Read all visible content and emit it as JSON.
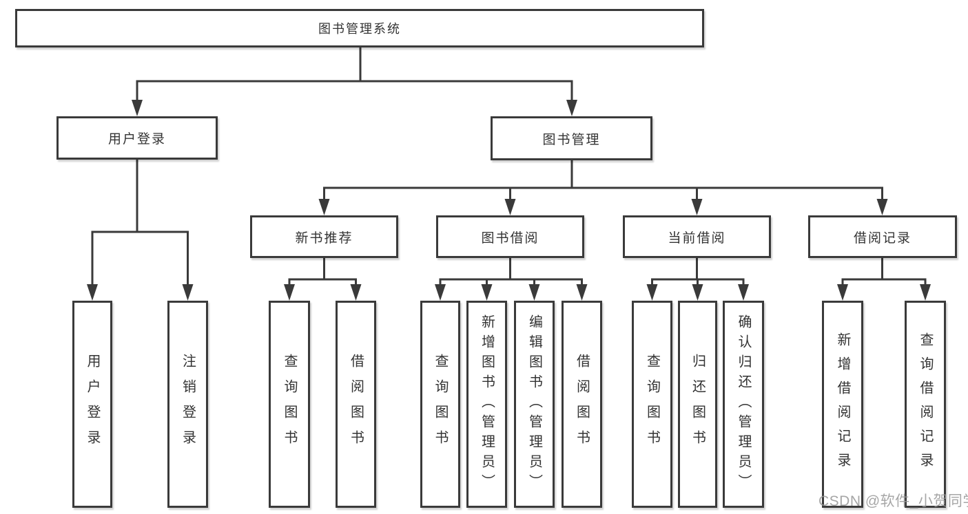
{
  "diagram": {
    "root": {
      "label": "图书管理系统"
    },
    "level2": [
      {
        "label": "用户登录"
      },
      {
        "label": "图书管理"
      }
    ],
    "level3": [
      {
        "label": "新书推荐"
      },
      {
        "label": "图书借阅"
      },
      {
        "label": "当前借阅"
      },
      {
        "label": "借阅记录"
      }
    ],
    "leaves": {
      "user_login": [
        {
          "label": "用户登录"
        },
        {
          "label": "注销登录"
        }
      ],
      "new_book": [
        {
          "label": "查询图书"
        },
        {
          "label": "借阅图书"
        }
      ],
      "book_borrow": [
        {
          "label": "查询图书"
        },
        {
          "label": "新增图书（管理员）"
        },
        {
          "label": "编辑图书（管理员）"
        },
        {
          "label": "借阅图书"
        }
      ],
      "current_borrow": [
        {
          "label": "查询图书"
        },
        {
          "label": "归还图书"
        },
        {
          "label": "确认归还（管理员）"
        }
      ],
      "borrow_record": [
        {
          "label": "新增借阅记录"
        },
        {
          "label": "查询借阅记录"
        }
      ]
    },
    "watermark": "CSDN @软件_小贺同学",
    "colors": {
      "line": "#3a3a3a",
      "box_border": "#3a3a3a",
      "box_fill": "#ffffff",
      "text": "#333333",
      "watermark": "#969696",
      "background": "#ffffff"
    }
  }
}
